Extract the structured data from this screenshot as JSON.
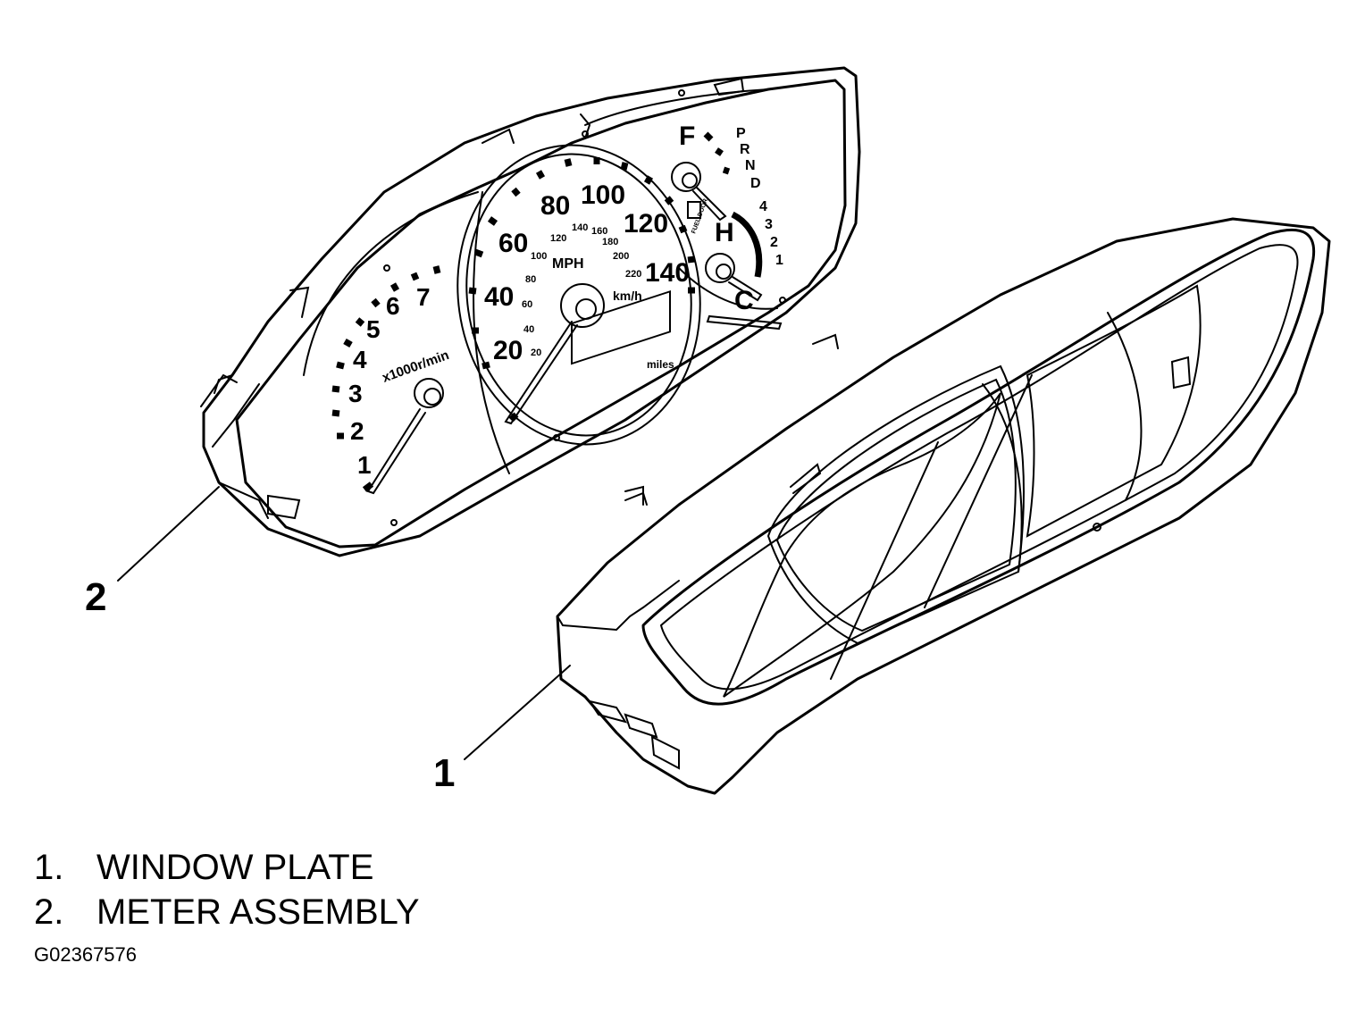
{
  "callouts": [
    {
      "number": "1",
      "label": "WINDOW PLATE"
    },
    {
      "number": "2",
      "label": "METER ASSEMBLY"
    }
  ],
  "legend": [
    {
      "number": "1.",
      "label": "WINDOW PLATE"
    },
    {
      "number": "2.",
      "label": "METER ASSEMBLY"
    }
  ],
  "figure_code": "G02367576",
  "gauges": {
    "tachometer": {
      "unit": "x1000r/min",
      "numbers": [
        "1",
        "2",
        "3",
        "4",
        "5",
        "6",
        "7"
      ]
    },
    "speedometer": {
      "mph_unit": "MPH",
      "mph_numbers": [
        "20",
        "40",
        "60",
        "80",
        "100",
        "120",
        "140"
      ],
      "kmh_unit": "km/h",
      "kmh_numbers": [
        "20",
        "40",
        "60",
        "80",
        "100",
        "120",
        "140",
        "160",
        "180",
        "200",
        "220"
      ],
      "odometer_unit": "miles"
    },
    "fuel": {
      "full": "F",
      "door_label": "FUEL DOOR"
    },
    "temperature": {
      "hot": "H",
      "cold": "C"
    },
    "gear_indicator": [
      "P",
      "R",
      "N",
      "D",
      "4",
      "3",
      "2",
      "1"
    ]
  }
}
